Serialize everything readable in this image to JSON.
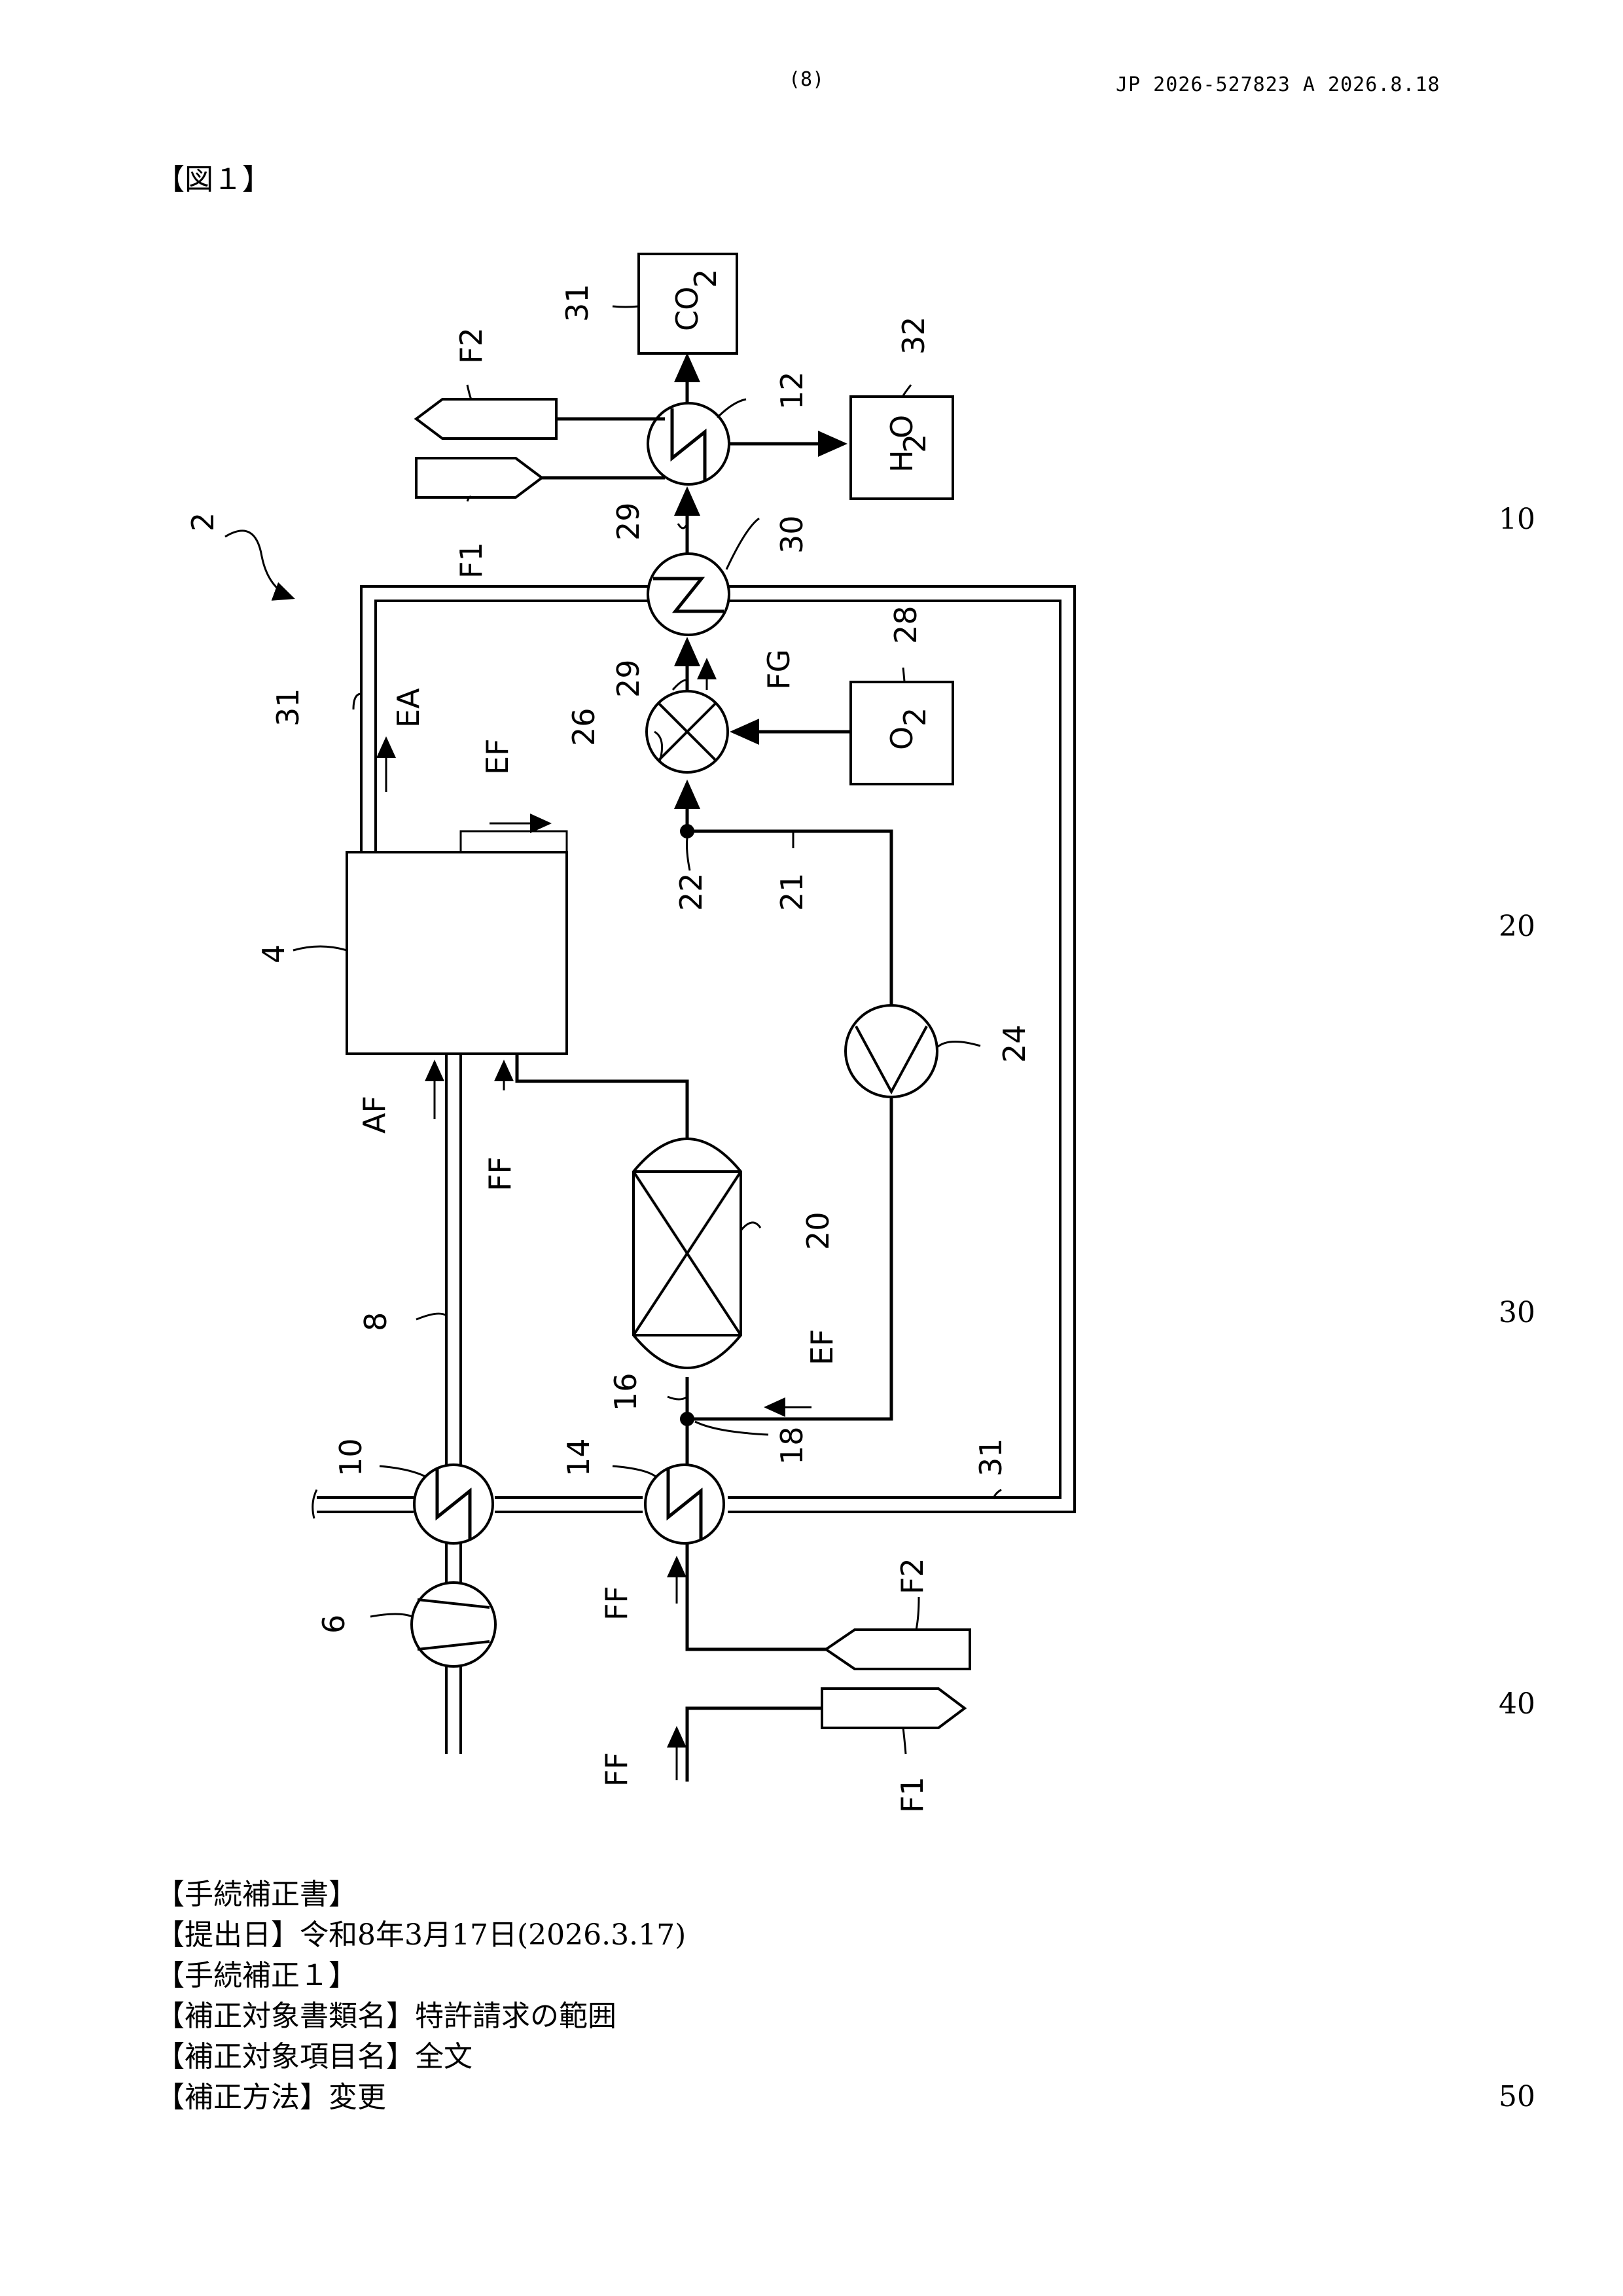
{
  "header": {
    "page_number": "(8)",
    "publication": "JP  2026-527823  A  2026.8.18"
  },
  "figure_label": "【図１】",
  "line_numbers": [
    "10",
    "20",
    "30",
    "40",
    "50"
  ],
  "figure": {
    "labels": {
      "system": "2",
      "fuel_cell": "4",
      "compressor": "6",
      "air_line": "8",
      "hx_air": "10",
      "hx_product": "12",
      "hx_fuel": "14",
      "reformer_out": "16",
      "junction_bottom": "18",
      "reformer": "20",
      "recycle_line": "21",
      "junction_top": "22",
      "recycle_blower": "24",
      "burner": "26",
      "oxygen_source": "28",
      "flue_line_a": "29",
      "flue_line_b": "29",
      "hx_upper": "30",
      "exhaust_line_a": "31",
      "exhaust_line_b": "31",
      "co2_tag": "31",
      "h2o_tag": "32",
      "co2": "CO",
      "co2_sub": "2",
      "h2o_a": "H",
      "h2o_sub": "2",
      "h2o_b": "O",
      "o2": "O",
      "o2_sub": "2",
      "f1_top": "F1",
      "f2_top": "F2",
      "f1_bottom": "F1",
      "f2_bottom": "F2",
      "ea": "EA",
      "ef_top": "EF",
      "ef_bottom": "EF",
      "fg": "FG",
      "af": "AF",
      "ff_fc": "FF",
      "ff_hx": "FF",
      "ff_bottom": "FF"
    }
  },
  "amendment": {
    "lines": [
      "【手続補正書】",
      "【提出日】令和8年3月17日(2026.3.17)",
      "【手続補正１】",
      "【補正対象書類名】特許請求の範囲",
      "【補正対象項目名】全文",
      "【補正方法】変更"
    ]
  }
}
